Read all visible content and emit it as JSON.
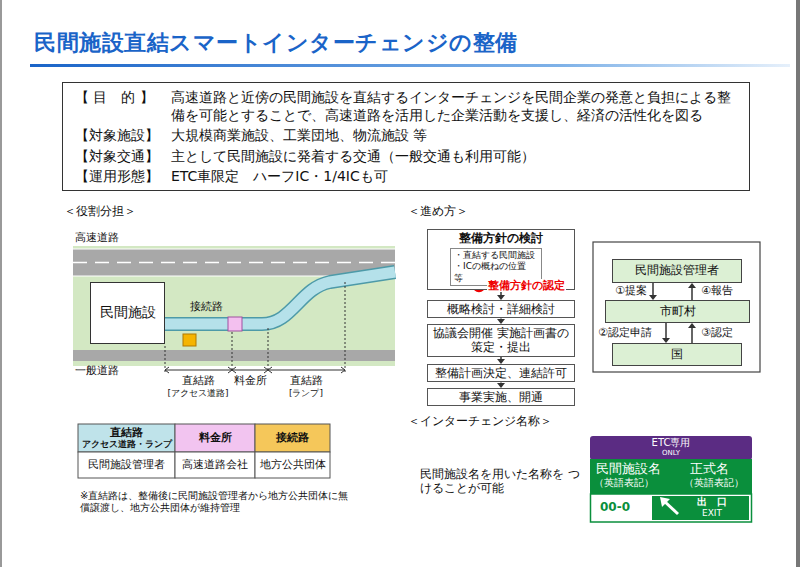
{
  "diagram": {
    "title": "民間施設直結スマートインターチェンジの整備",
    "nodes": [
      {
        "text": [
          "【 目　的 】",
          "高速道路と近傍の民間施設を直結するインターチェンジを民間企業の発意と負担による整備を可能とすることで、高速道路を活用した企業活動を支援し、経済の活性化を図る",
          "【対象施設】",
          "大規模商業施設、工業団地、物流施設 等",
          "【対象交通】",
          "主として民間施設に発着する交通（一般交通も利用可能）",
          "【運用形態】",
          "ETC車限定　ハーフIC・1/4ICも可"
        ]
      },
      {
        "text": [
          "整備方針の検討"
        ]
      },
      {
        "text": [
          "・直結する民間施設 ・ICの概ねの位置　等"
        ],
        "in": 1
      },
      {
        "text": [
          "概略検討・詳細検討"
        ]
      },
      {
        "text": [
          "協議会開催 実施計画書の策定・提出"
        ]
      },
      {
        "text": [
          "整備計画決定、連結許可"
        ]
      },
      {
        "text": [
          "事業実施、開通"
        ]
      },
      {
        "text": [
          "民間施設管理者"
        ]
      },
      {
        "text": [
          "市町村"
        ]
      },
      {
        "text": [
          "国"
        ]
      },
      {
        "text": [
          "民間施設"
        ]
      }
    ],
    "edges": [
      {
        "from": 1,
        "to": 3,
        "arrow": "to",
        "label": "整備方針の認定"
      },
      {
        "from": 3,
        "to": 4,
        "arrow": "to"
      },
      {
        "from": 4,
        "to": 5,
        "arrow": "to"
      },
      {
        "from": 5,
        "to": 6,
        "arrow": "to"
      },
      {
        "from": 7,
        "to": 8,
        "arrow": "to",
        "label": "①提案"
      },
      {
        "from": 8,
        "to": 7,
        "arrow": "to",
        "label": "④報告"
      },
      {
        "from": 8,
        "to": 9,
        "arrow": "to",
        "label": "②認定申請"
      },
      {
        "from": 9,
        "to": 8,
        "arrow": "to",
        "label": "③認定"
      }
    ],
    "labels": [
      "＜役割分担＞",
      "高速道路",
      "一般道路",
      "接続路",
      "直結路",
      "[アクセス道路]",
      "料金所",
      "直結路",
      "[ランプ]",
      "直結路",
      "アクセス道路・ランプ",
      "料金所",
      "接続路",
      "民間施設管理者",
      "高速道路会社",
      "地方公共団体",
      "※直結路は、整備後に民間施設管理者から地方公共団体に無償譲渡し、地方公共団体が維持管理",
      "＜進め方＞",
      "＜インターチェンジ名称＞",
      "民間施設名を用いた名称を つけることが可能",
      "ETC専用",
      "ONLY",
      "民間施設名",
      "（英語表記）",
      "正式名",
      "（英語表記）",
      "00-0",
      "出　口",
      "EXIT"
    ]
  }
}
